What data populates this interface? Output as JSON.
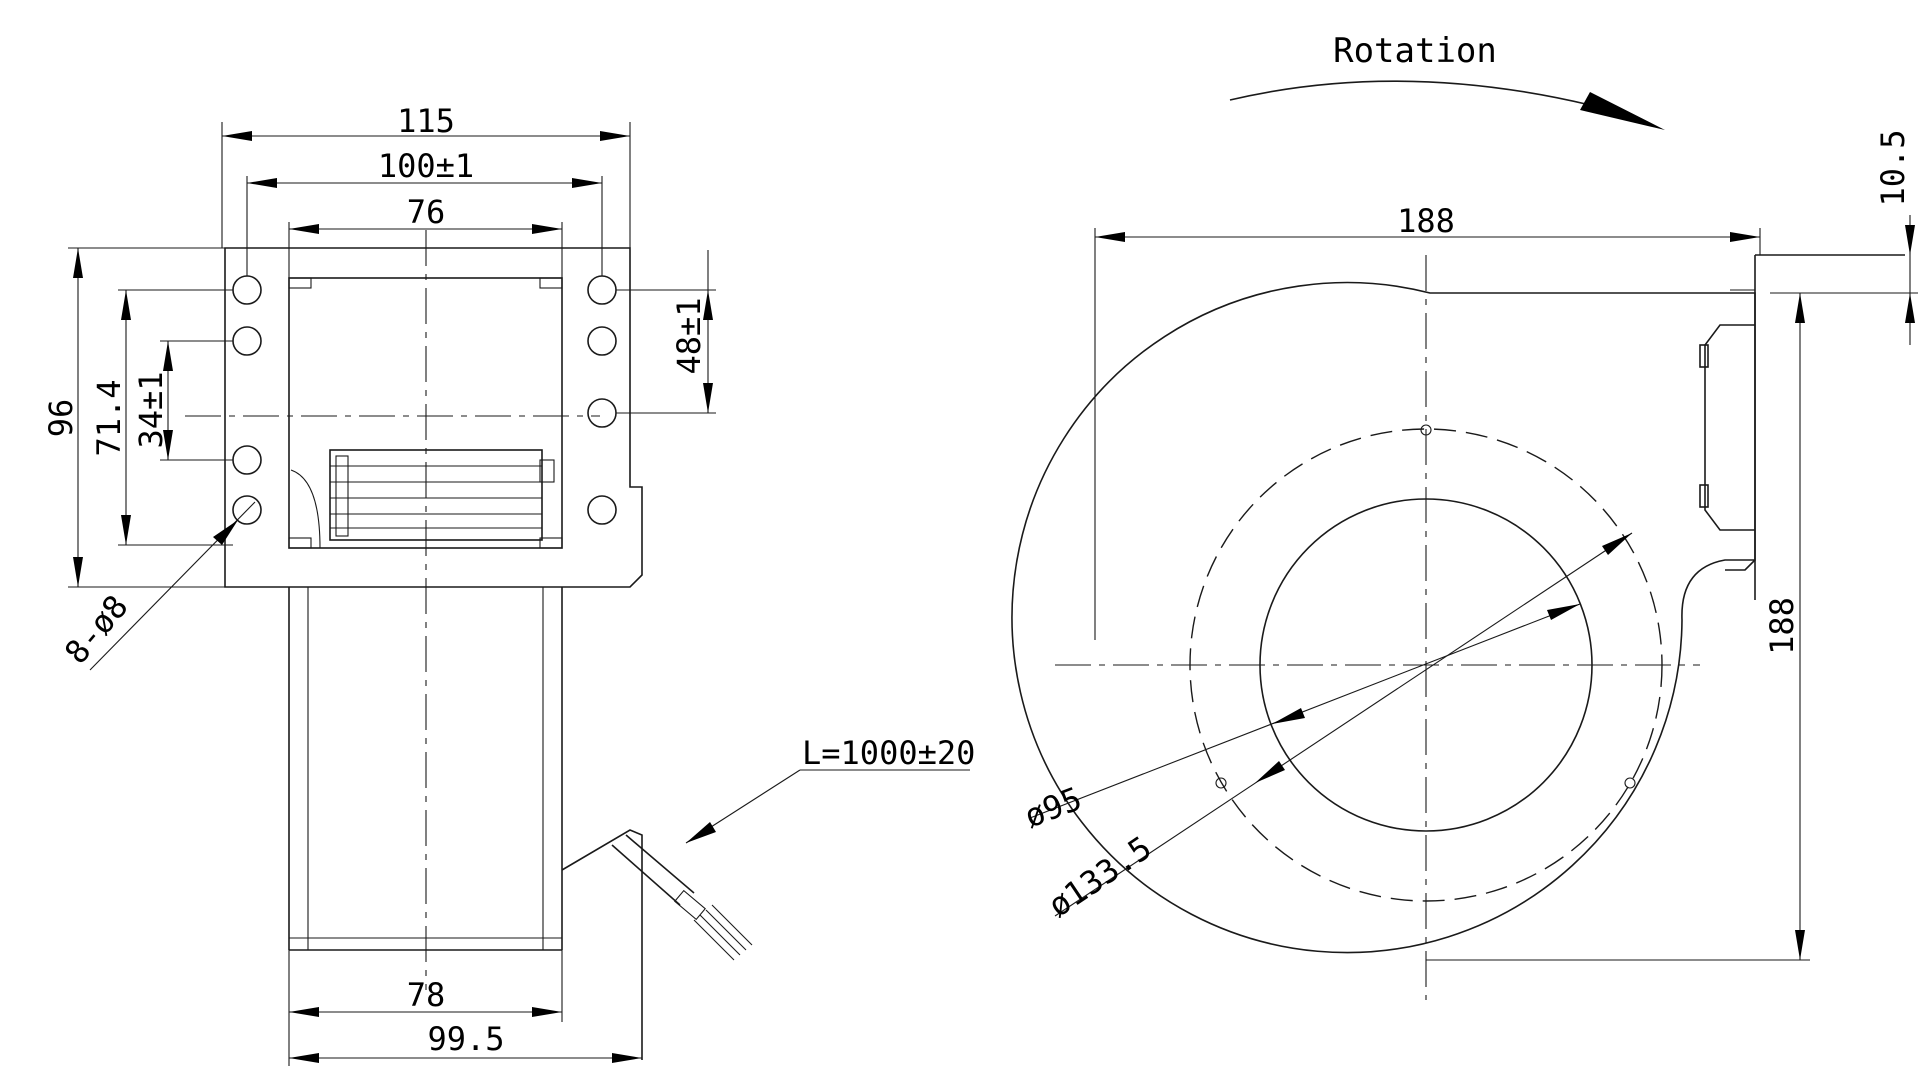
{
  "labels": {
    "rotation": "Rotation",
    "width_115": "115",
    "pitch_100": "100±1",
    "inner_76": "76",
    "height_96": "96",
    "pitch_71_4": "71.4",
    "pitch_34": "34±1",
    "pitch_48": "48±1",
    "holes": "8-ø8",
    "cable_length": "L=1000±20",
    "outlet_78": "78",
    "outlet_99_5": "99.5",
    "width_188": "188",
    "height_188": "188",
    "offset_10_5": "10.5",
    "dia_95": "ø95",
    "dia_133_5": "ø133.5"
  }
}
